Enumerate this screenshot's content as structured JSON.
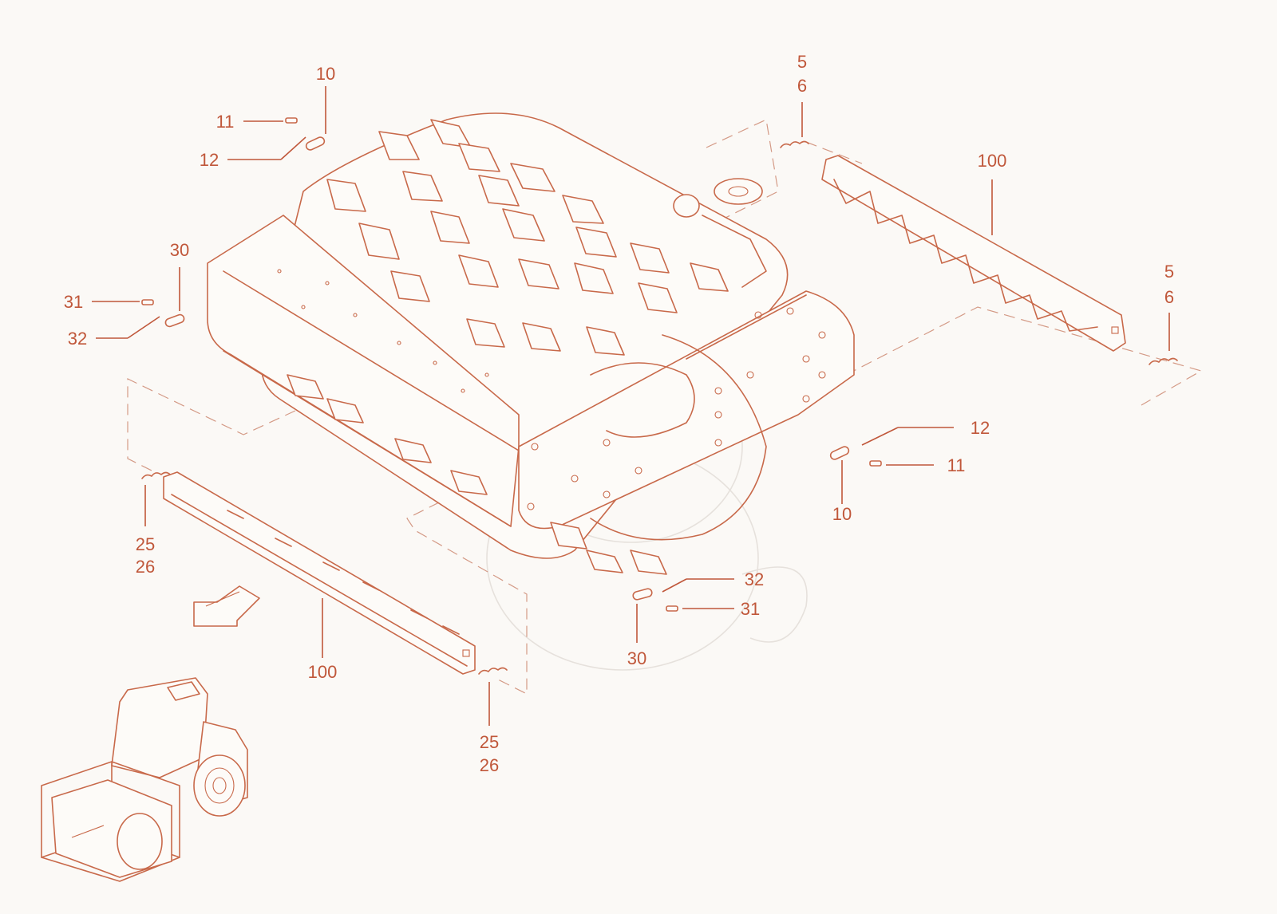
{
  "callouts": [
    {
      "id": "c1",
      "text": "10"
    },
    {
      "id": "c2",
      "text": "11"
    },
    {
      "id": "c3",
      "text": "12"
    },
    {
      "id": "c4",
      "text": "5"
    },
    {
      "id": "c5",
      "text": "6"
    },
    {
      "id": "c6",
      "text": "100"
    },
    {
      "id": "c7",
      "text": "30"
    },
    {
      "id": "c8",
      "text": "31"
    },
    {
      "id": "c9",
      "text": "32"
    },
    {
      "id": "c10",
      "text": "5"
    },
    {
      "id": "c11",
      "text": "6"
    },
    {
      "id": "c12",
      "text": "12"
    },
    {
      "id": "c13",
      "text": "11"
    },
    {
      "id": "c14",
      "text": "10"
    },
    {
      "id": "c15",
      "text": "25"
    },
    {
      "id": "c16",
      "text": "26"
    },
    {
      "id": "c17",
      "text": "32"
    },
    {
      "id": "c18",
      "text": "31"
    },
    {
      "id": "c19",
      "text": "30"
    },
    {
      "id": "c20",
      "text": "100"
    },
    {
      "id": "c21",
      "text": "25"
    },
    {
      "id": "c22",
      "text": "26"
    }
  ],
  "colors": {
    "accent": "#c0573a",
    "line": "#c8694a",
    "background": "#fbf9f6"
  },
  "icons": {
    "direction_arrow": "hamm-arrow-icon"
  }
}
